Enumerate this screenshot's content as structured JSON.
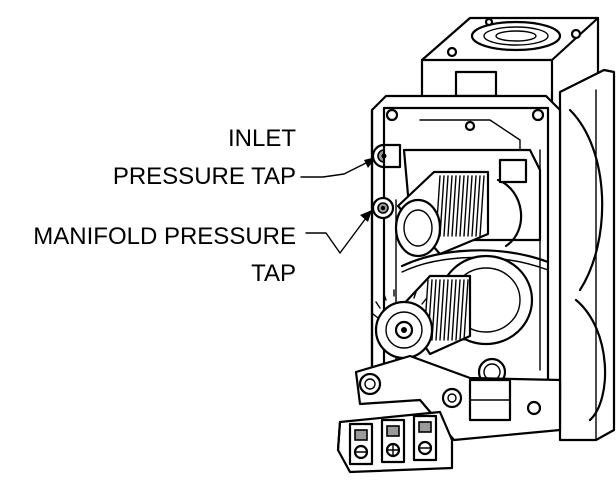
{
  "labels": {
    "inlet_line1": "INLET",
    "inlet_line2": "PRESSURE TAP",
    "manifold_line1": "MANIFOLD PRESSURE",
    "manifold_line2": "TAP"
  },
  "colors": {
    "ink": "#000000",
    "paper": "#ffffff",
    "shade": "#9a9a9a"
  }
}
